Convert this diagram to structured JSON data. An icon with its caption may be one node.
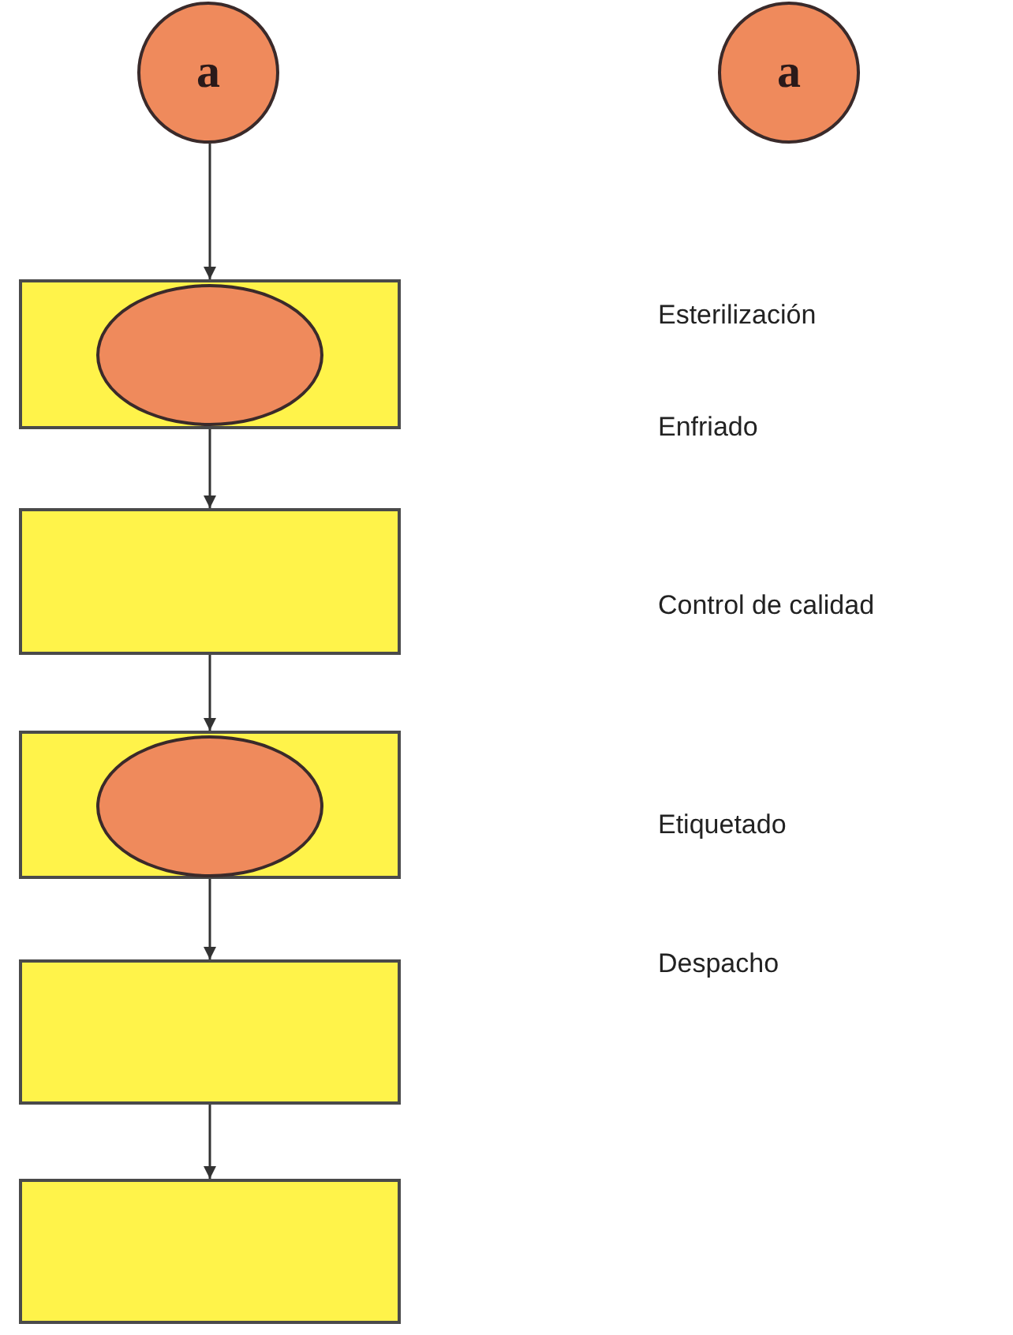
{
  "diagram": {
    "nodes": [
      {
        "text": [
          "a"
        ]
      },
      {
        "text": [
          "a"
        ]
      },
      {
        "text": [],
        "shape": "box"
      },
      {
        "text": [],
        "shape": "ellipse",
        "in": 2
      },
      {
        "text": [],
        "shape": "box"
      },
      {
        "text": [],
        "shape": "box"
      },
      {
        "text": [],
        "shape": "ellipse",
        "in": 5
      },
      {
        "text": [],
        "shape": "box"
      },
      {
        "text": [],
        "shape": "box"
      }
    ],
    "edges": [
      {
        "from": 0,
        "to": 2,
        "arrow": "to"
      },
      {
        "from": 2,
        "to": 4,
        "arrow": "to"
      },
      {
        "from": 4,
        "to": 5,
        "arrow": "to"
      },
      {
        "from": 5,
        "to": 7,
        "arrow": "to"
      },
      {
        "from": 7,
        "to": 8,
        "arrow": "to"
      }
    ],
    "labels": [
      "Esterilización",
      "Enfriado",
      "Control de calidad",
      "Etiquetado",
      "Despacho"
    ]
  }
}
